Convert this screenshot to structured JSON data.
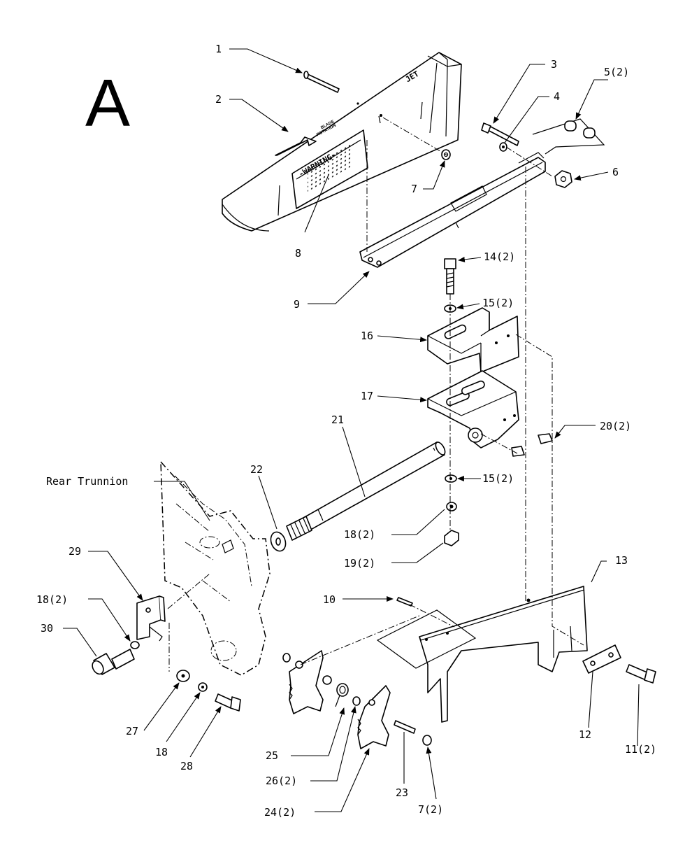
{
  "figure_letter": "A",
  "guard_text": {
    "brand": "JET",
    "blade_rotation_line1": "BLADE",
    "blade_rotation_line2": "ROTATION",
    "warning": "-WARNING-"
  },
  "labels": {
    "p1": "1",
    "p2": "2",
    "p3": "3",
    "p4": "4",
    "p5": "5(2)",
    "p6": "6",
    "p7": "7",
    "p8": "8",
    "p9": "9",
    "p10": "10",
    "p11": "11(2)",
    "p12": "12",
    "p13": "13",
    "p14": "14(2)",
    "p15a": "15(2)",
    "p15b": "15(2)",
    "p16": "16",
    "p17": "17",
    "p18a": "18(2)",
    "p18b": "18(2)",
    "p18c": "18",
    "p19": "19(2)",
    "p20": "20(2)",
    "p21": "21",
    "p22": "22",
    "p23": "23",
    "p24": "24(2)",
    "p25": "25",
    "p26": "26(2)",
    "p27": "27",
    "p28": "28",
    "p29": "29",
    "p30": "30",
    "p7b": "7(2)",
    "rear_trunnion": "Rear Trunnion"
  }
}
